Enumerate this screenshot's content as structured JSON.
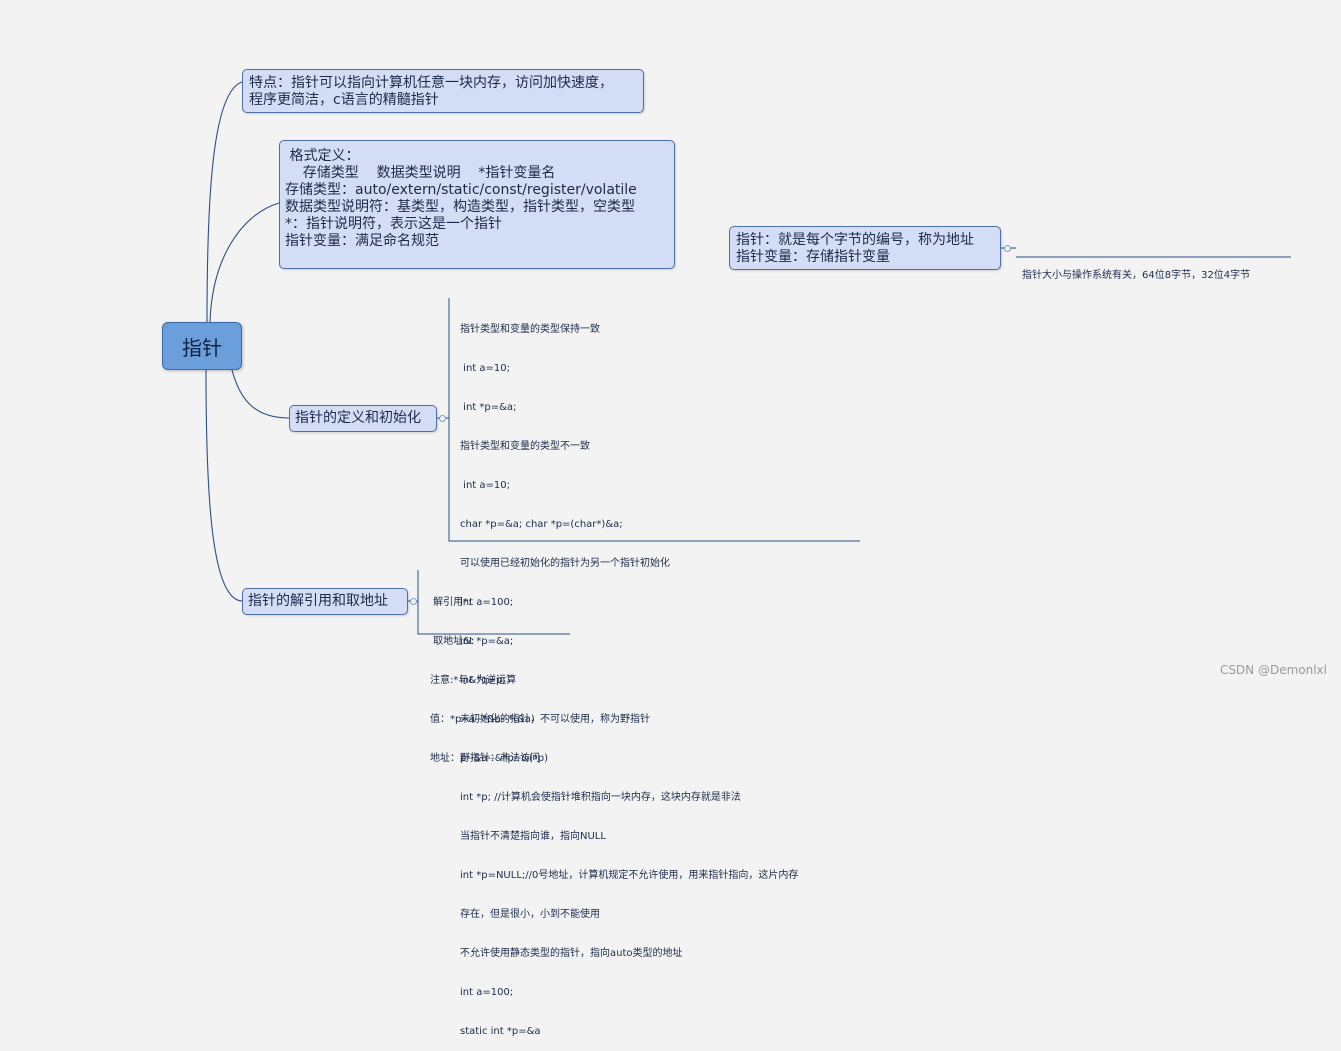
{
  "root": {
    "label": "指针"
  },
  "branches": {
    "feature": {
      "lines": [
        "特点：指针可以指向计算机任意一块内存，访问加快速度，",
        "程序更简洁，c语言的精髓指针"
      ]
    },
    "format": {
      "lines": [
        " 格式定义：",
        "    存储类型    数据类型说明    *指针变量名",
        "存储类型：auto/extern/static/const/register/volatile",
        "数据类型说明符：基类型，构造类型，指针类型，空类型",
        "*：指针说明符，表示这是一个指针",
        "指针变量：满足命名规范"
      ]
    },
    "definition": {
      "label": "指针的定义和初始化",
      "note_lines": [
        "指针类型和变量的类型保持一致",
        " int a=10;",
        " int *p=&a;",
        "指针类型和变量的类型不一致",
        " int a=10;",
        "char *p=&a; char *p=(char*)&a;",
        "可以使用已经初始化的指针为另一个指针初始化",
        "int a=100;",
        "int *p=&a;",
        "int *q=p;",
        "未初始化的指针，不可以使用，称为野指针",
        "野指针：非法访问",
        "int *p; //计算机会使指针堆积指向一块内存，这块内存就是非法",
        "当指针不清楚指向谁，指向NULL",
        "int *p=NULL;//0号地址，计算机规定不允许使用，用来指针指向，这片内存",
        "存在，但是很小，小到不能使用",
        "不允许使用静态类型的指针，指向auto类型的地址",
        "int a=100;",
        "static int *p=&a"
      ]
    },
    "deref": {
      "label": "指针的解引用和取地址",
      "note_lines": [
        " 解引用*:",
        " 取地址&:",
        "注意:*与&为逆运算",
        "值：*p--a--*&a--*(&a)",
        "地址：p--&a--&*p--&(*p)"
      ]
    }
  },
  "floating": {
    "lines": [
      "指针：就是每个字节的编号，称为地址",
      "指针变量：存储指针变量"
    ],
    "note": "指针大小与操作系统有关，64位8字节，32位4字节"
  },
  "watermark": "CSDN @Demonlxl",
  "colors": {
    "background": "#f3f3f3",
    "node_fill": "#d3def6",
    "node_border": "#4f6fa8",
    "root_fill": "#6a9fdc",
    "link": "#2e4f86"
  }
}
